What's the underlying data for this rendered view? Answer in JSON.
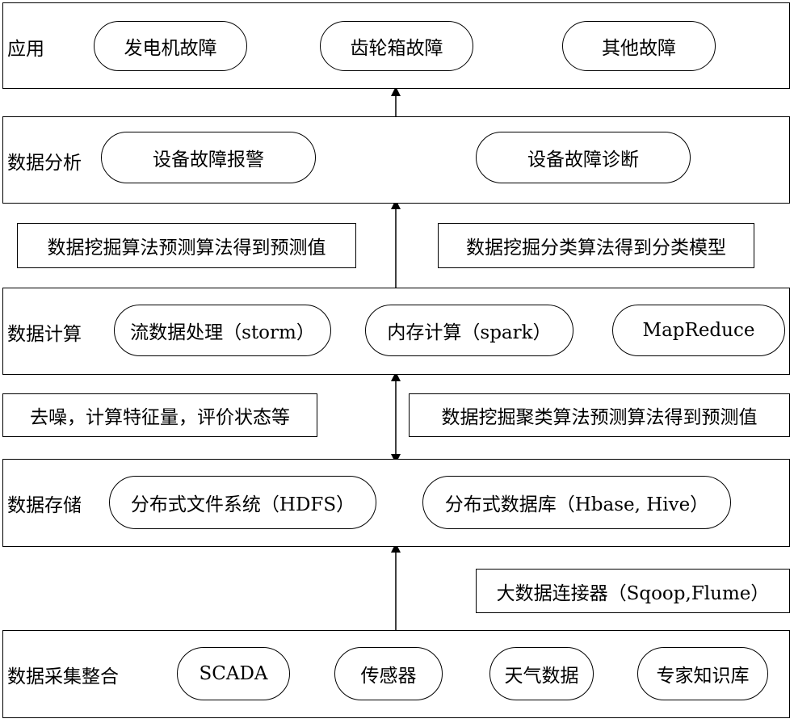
{
  "layers": {
    "app": {
      "label": "应用",
      "items": [
        "发电机故障",
        "齿轮箱故障",
        "其他故障"
      ]
    },
    "analysis": {
      "label": "数据分析",
      "items": [
        "设备故障报警",
        "设备故障诊断"
      ]
    },
    "compute": {
      "label": "数据计算",
      "items": [
        "流数据处理（storm）",
        "内存计算（spark）",
        "MapReduce"
      ]
    },
    "storage": {
      "label": "数据存储",
      "items": [
        "分布式文件系统（HDFS）",
        "分布式数据库（Hbase, Hive）"
      ]
    },
    "collect": {
      "label": "数据采集整合",
      "items": [
        "SCADA",
        "传感器",
        "天气数据",
        "专家知识库"
      ]
    }
  },
  "notes": {
    "predict_left": "数据挖掘算法预测算法得到预测值",
    "classify_right": "数据挖掘分类算法得到分类模型",
    "denoise": "去噪，计算特征量，评价状态等",
    "cluster_predict": "数据挖掘聚类算法预测算法得到预测值",
    "connector": "大数据连接器（Sqoop,Flume）"
  }
}
